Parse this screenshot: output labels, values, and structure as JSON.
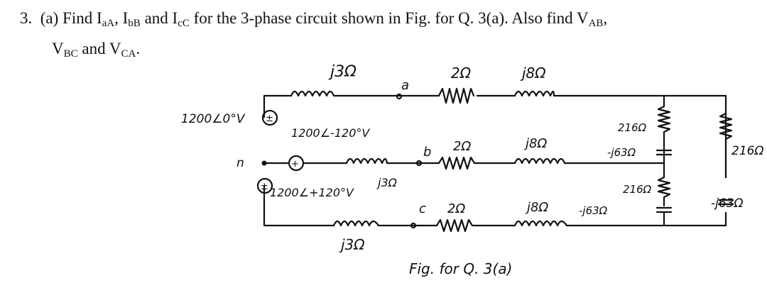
{
  "question": {
    "number": "3.",
    "part": "(a)",
    "text_find": "Find I",
    "i_aA_sub": "aA",
    "sep1": ", I",
    "i_bB_sub": "bB",
    "and1": " and I",
    "i_cC_sub": "cC",
    "text_mid": " for the 3-phase circuit shown in Fig. for Q. 3(a). Also find V",
    "v_AB_sub": "AB",
    "comma2": ",",
    "v_line2_start": "V",
    "v_BC_sub": "BC",
    "and2": " and V",
    "v_CA_sub": "CA",
    "end": "."
  },
  "figure": {
    "source_a": "1200∠0°V",
    "source_b": "1200∠-120°V",
    "source_c": "1200∠+120°V",
    "neutral": "n",
    "node_a": "a",
    "node_b": "b",
    "node_c": "c",
    "line_l_a": "j3Ω",
    "line_l_b": "j3Ω",
    "line_l_c": "j3Ω",
    "line_r_a": "2Ω",
    "line_r_b": "2Ω",
    "line_r_c": "2Ω",
    "line_x_a": "j8Ω",
    "line_x_b": "j8Ω",
    "line_x_c": "j8Ω",
    "load_r_ab": "216Ω",
    "load_c_ab": "-j63Ω",
    "load_r_bc": "216Ω",
    "load_c_bc": "-j63Ω",
    "load_r_ca": "216Ω",
    "load_c_ca": "-j63Ω",
    "caption": "Fig. for Q. 3(a)"
  }
}
